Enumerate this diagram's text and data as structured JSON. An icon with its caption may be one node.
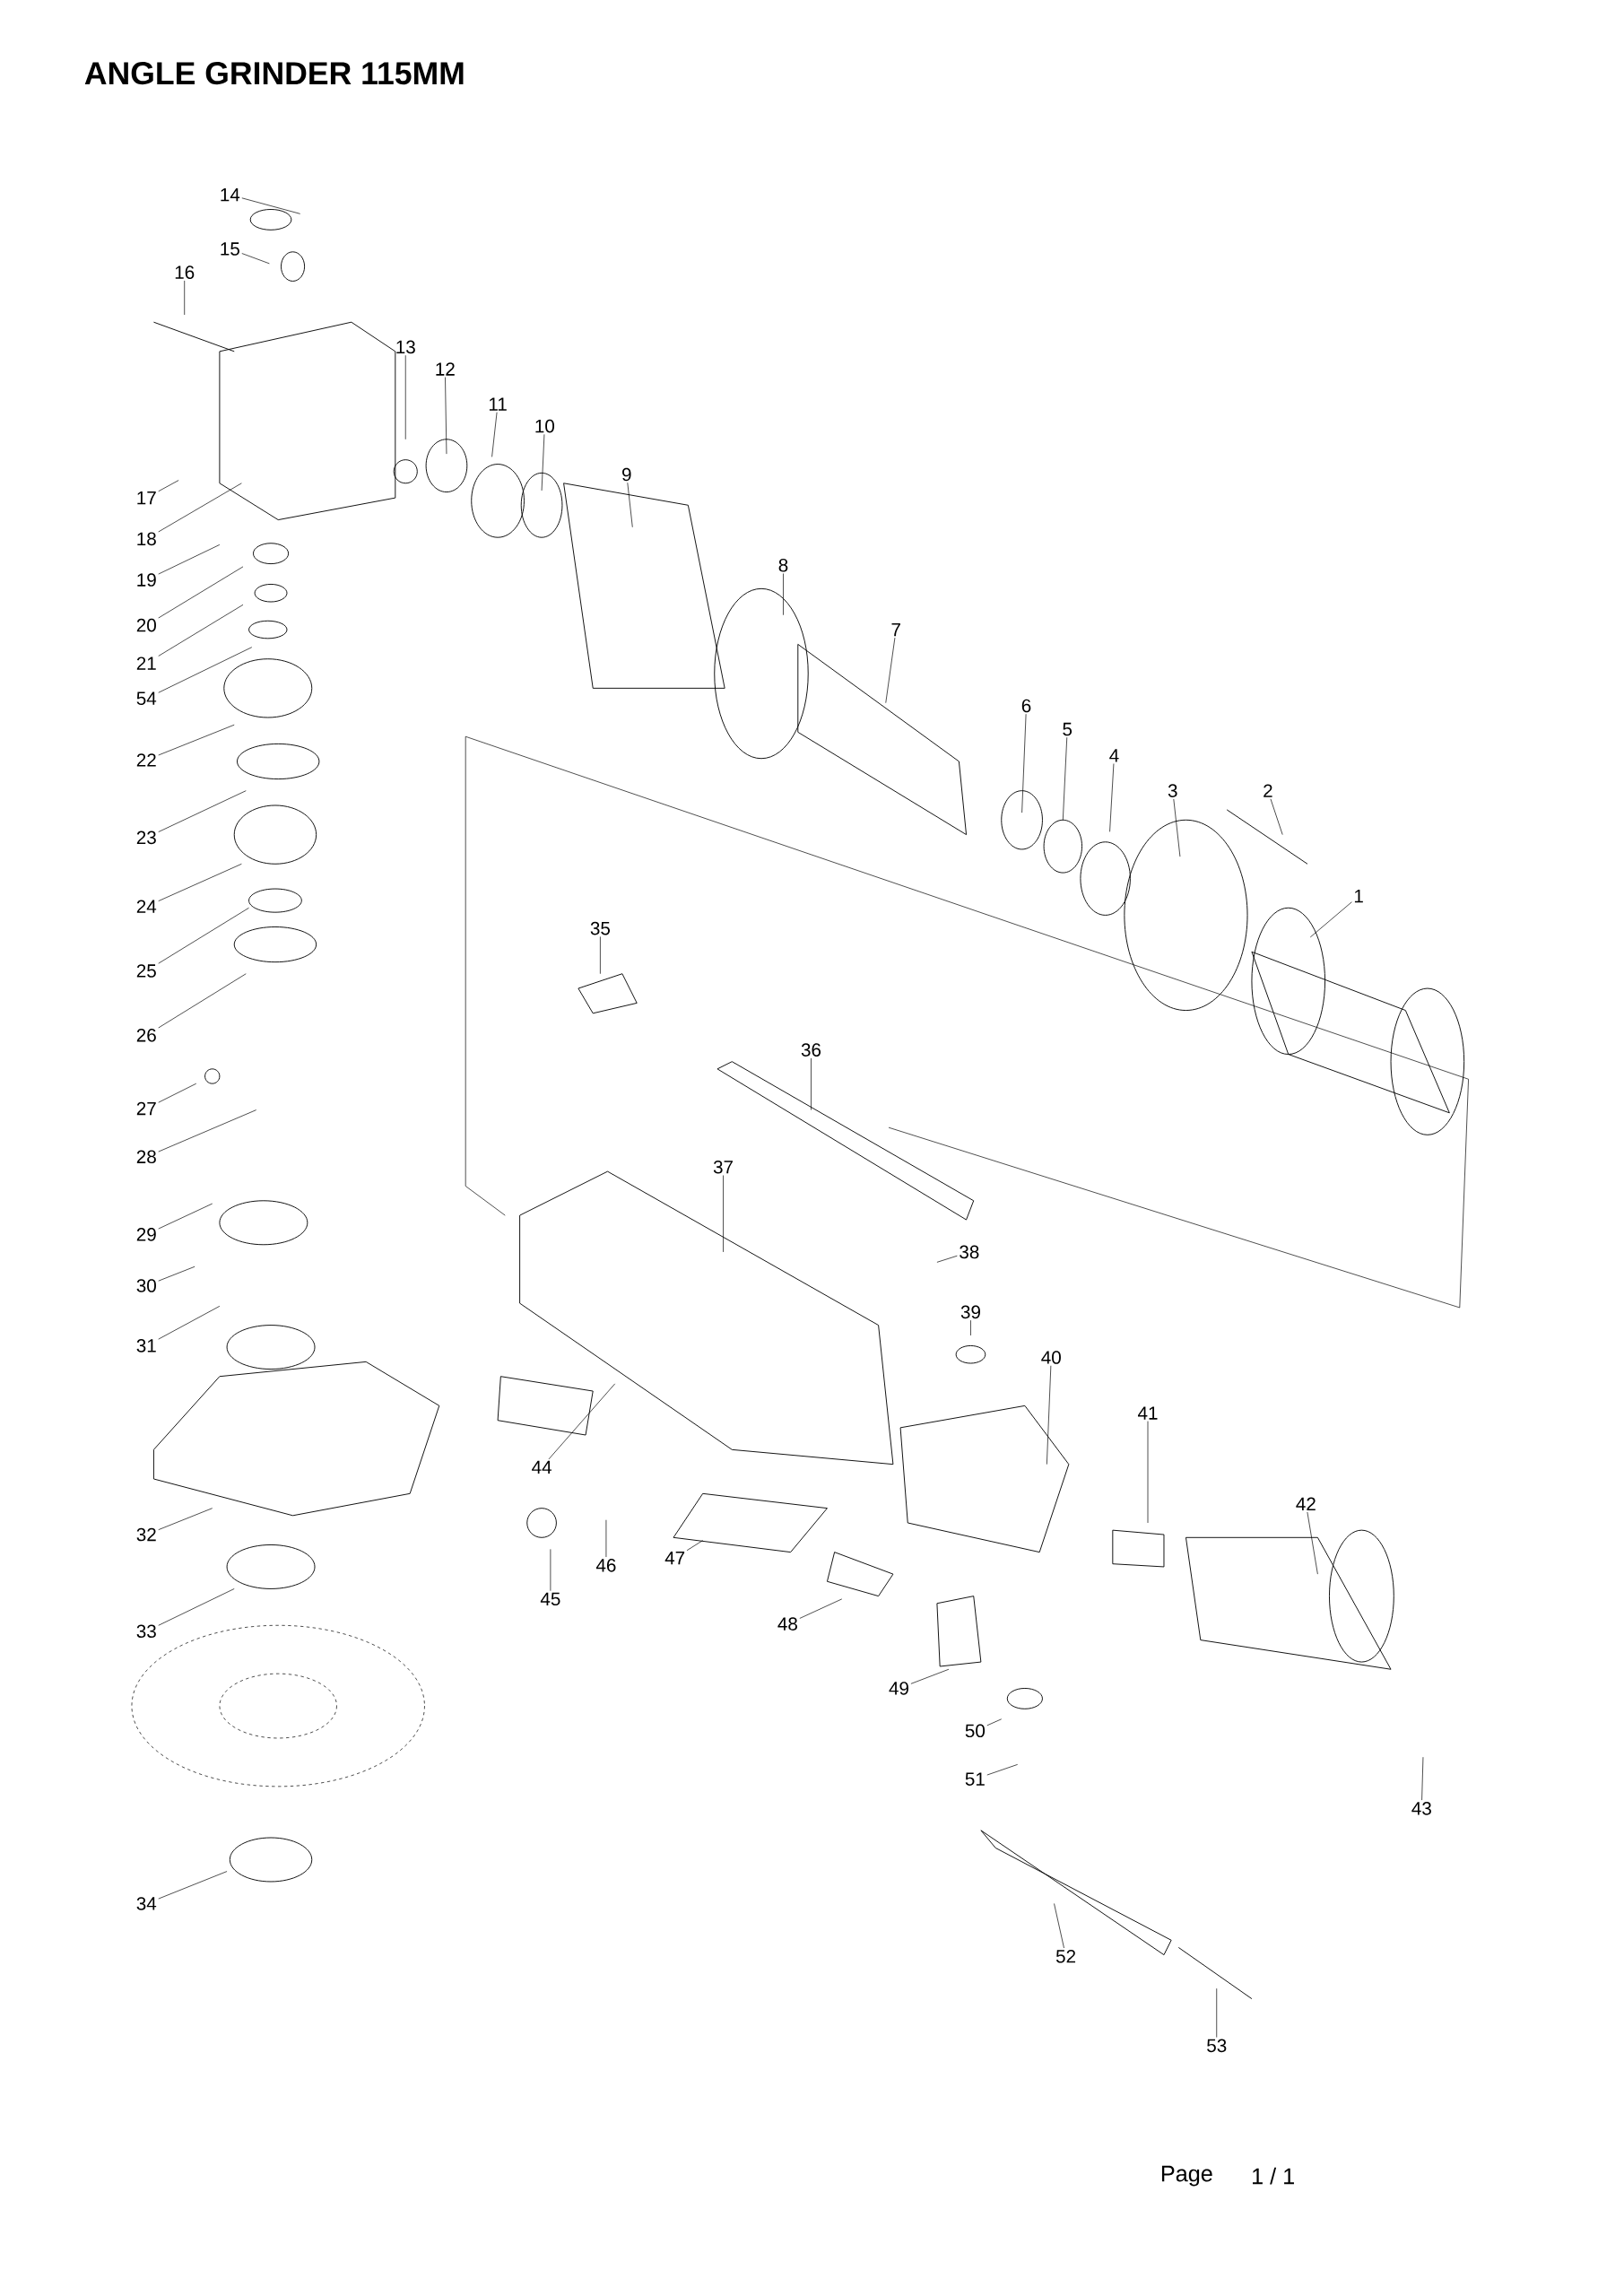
{
  "diagram": {
    "title": "ANGLE GRINDER 115MM",
    "nodes": [
      {
        "text": [
          "1"
        ]
      },
      {
        "text": [
          "2"
        ]
      },
      {
        "text": [
          "3"
        ]
      },
      {
        "text": [
          "4"
        ]
      },
      {
        "text": [
          "5"
        ]
      },
      {
        "text": [
          "6"
        ]
      },
      {
        "text": [
          "7"
        ]
      },
      {
        "text": [
          "8"
        ]
      },
      {
        "text": [
          "9"
        ]
      },
      {
        "text": [
          "10"
        ]
      },
      {
        "text": [
          "11"
        ]
      },
      {
        "text": [
          "12"
        ]
      },
      {
        "text": [
          "13"
        ]
      },
      {
        "text": [
          "14"
        ]
      },
      {
        "text": [
          "15"
        ]
      },
      {
        "text": [
          "16"
        ]
      },
      {
        "text": [
          "17"
        ]
      },
      {
        "text": [
          "18"
        ]
      },
      {
        "text": [
          "19"
        ]
      },
      {
        "text": [
          "20"
        ]
      },
      {
        "text": [
          "21"
        ]
      },
      {
        "text": [
          "22"
        ]
      },
      {
        "text": [
          "23"
        ]
      },
      {
        "text": [
          "24"
        ]
      },
      {
        "text": [
          "25"
        ]
      },
      {
        "text": [
          "26"
        ]
      },
      {
        "text": [
          "27"
        ]
      },
      {
        "text": [
          "28"
        ]
      },
      {
        "text": [
          "29"
        ]
      },
      {
        "text": [
          "30"
        ]
      },
      {
        "text": [
          "31"
        ]
      },
      {
        "text": [
          "32"
        ]
      },
      {
        "text": [
          "33"
        ]
      },
      {
        "text": [
          "34"
        ]
      },
      {
        "text": [
          "35"
        ]
      },
      {
        "text": [
          "36"
        ]
      },
      {
        "text": [
          "37"
        ]
      },
      {
        "text": [
          "38"
        ]
      },
      {
        "text": [
          "39"
        ]
      },
      {
        "text": [
          "40"
        ]
      },
      {
        "text": [
          "41"
        ]
      },
      {
        "text": [
          "42"
        ]
      },
      {
        "text": [
          "43"
        ]
      },
      {
        "text": [
          "44"
        ]
      },
      {
        "text": [
          "45"
        ]
      },
      {
        "text": [
          "46"
        ]
      },
      {
        "text": [
          "47"
        ]
      },
      {
        "text": [
          "48"
        ]
      },
      {
        "text": [
          "49"
        ]
      },
      {
        "text": [
          "50"
        ]
      },
      {
        "text": [
          "51"
        ]
      },
      {
        "text": [
          "52"
        ]
      },
      {
        "text": [
          "53"
        ]
      },
      {
        "text": [
          "54"
        ]
      }
    ],
    "edges": [
      {
        "from": 0,
        "to": null,
        "arrow": "none"
      },
      {
        "from": 1,
        "to": null,
        "arrow": "none"
      },
      {
        "from": 2,
        "to": null,
        "arrow": "none"
      },
      {
        "from": 3,
        "to": null,
        "arrow": "none"
      },
      {
        "from": 4,
        "to": null,
        "arrow": "none"
      },
      {
        "from": 5,
        "to": null,
        "arrow": "none"
      },
      {
        "from": 6,
        "to": null,
        "arrow": "none"
      },
      {
        "from": 7,
        "to": null,
        "arrow": "none"
      },
      {
        "from": 8,
        "to": null,
        "arrow": "none"
      },
      {
        "from": 9,
        "to": null,
        "arrow": "none"
      },
      {
        "from": 10,
        "to": null,
        "arrow": "none"
      },
      {
        "from": 11,
        "to": null,
        "arrow": "none"
      },
      {
        "from": 12,
        "to": null,
        "arrow": "none"
      },
      {
        "from": 13,
        "to": null,
        "arrow": "none"
      },
      {
        "from": 14,
        "to": null,
        "arrow": "none"
      },
      {
        "from": 15,
        "to": null,
        "arrow": "none"
      },
      {
        "from": 16,
        "to": null,
        "arrow": "none"
      },
      {
        "from": 17,
        "to": null,
        "arrow": "none"
      },
      {
        "from": 18,
        "to": null,
        "arrow": "none"
      },
      {
        "from": 19,
        "to": null,
        "arrow": "none"
      },
      {
        "from": 20,
        "to": null,
        "arrow": "none"
      },
      {
        "from": 21,
        "to": null,
        "arrow": "none"
      },
      {
        "from": 22,
        "to": null,
        "arrow": "none"
      },
      {
        "from": 23,
        "to": null,
        "arrow": "none"
      },
      {
        "from": 24,
        "to": null,
        "arrow": "none"
      },
      {
        "from": 25,
        "to": null,
        "arrow": "none"
      },
      {
        "from": 26,
        "to": null,
        "arrow": "none"
      },
      {
        "from": 27,
        "to": null,
        "arrow": "none"
      },
      {
        "from": 28,
        "to": null,
        "arrow": "none"
      },
      {
        "from": 29,
        "to": null,
        "arrow": "none"
      },
      {
        "from": 30,
        "to": null,
        "arrow": "none"
      },
      {
        "from": 31,
        "to": null,
        "arrow": "none"
      },
      {
        "from": 32,
        "to": null,
        "arrow": "none"
      },
      {
        "from": 33,
        "to": null,
        "arrow": "none"
      },
      {
        "from": 34,
        "to": null,
        "arrow": "none"
      },
      {
        "from": 35,
        "to": null,
        "arrow": "none"
      },
      {
        "from": 36,
        "to": null,
        "arrow": "none"
      },
      {
        "from": 37,
        "to": null,
        "arrow": "none"
      },
      {
        "from": 38,
        "to": null,
        "arrow": "none"
      },
      {
        "from": 39,
        "to": null,
        "arrow": "none"
      },
      {
        "from": 40,
        "to": null,
        "arrow": "none"
      },
      {
        "from": 41,
        "to": null,
        "arrow": "none"
      },
      {
        "from": 42,
        "to": null,
        "arrow": "none"
      },
      {
        "from": 43,
        "to": null,
        "arrow": "none"
      },
      {
        "from": 44,
        "to": null,
        "arrow": "none"
      },
      {
        "from": 45,
        "to": null,
        "arrow": "none"
      },
      {
        "from": 46,
        "to": null,
        "arrow": "none"
      },
      {
        "from": 47,
        "to": null,
        "arrow": "none"
      },
      {
        "from": 48,
        "to": null,
        "arrow": "none"
      },
      {
        "from": 49,
        "to": null,
        "arrow": "none"
      },
      {
        "from": 50,
        "to": null,
        "arrow": "none"
      },
      {
        "from": 51,
        "to": null,
        "arrow": "none"
      },
      {
        "from": 52,
        "to": null,
        "arrow": "none"
      },
      {
        "from": 53,
        "to": null,
        "arrow": "none"
      }
    ],
    "labels": [
      "Page",
      "1 / 1"
    ]
  }
}
